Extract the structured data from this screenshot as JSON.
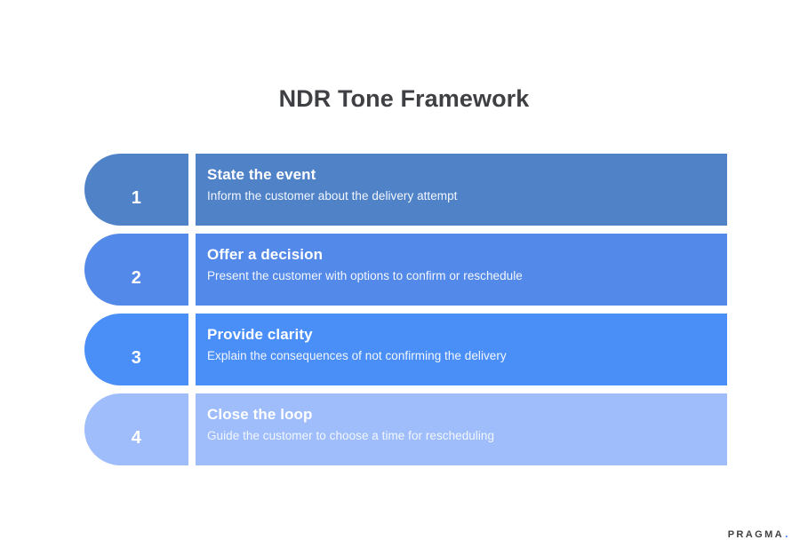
{
  "slide": {
    "title": "NDR Tone Framework",
    "background_color": "#ffffff",
    "title_color": "#3f4044"
  },
  "steps": [
    {
      "number": "1",
      "heading": "State the event",
      "description": "Inform the customer about the delivery attempt",
      "color": "#5082c8"
    },
    {
      "number": "2",
      "heading": "Offer a decision",
      "description": "Present the customer with options to confirm or reschedule",
      "color": "#5389e8"
    },
    {
      "number": "3",
      "heading": "Provide clarity",
      "description": "Explain the consequences of not confirming the delivery",
      "color": "#4a8ef8"
    },
    {
      "number": "4",
      "heading": "Close the loop",
      "description": "Guide the customer to choose a time for rescheduling",
      "color": "#9ebdfa"
    }
  ],
  "brand": {
    "name": "PRAGMA",
    "dot": ".",
    "dot_color": "#4a8ef8"
  }
}
